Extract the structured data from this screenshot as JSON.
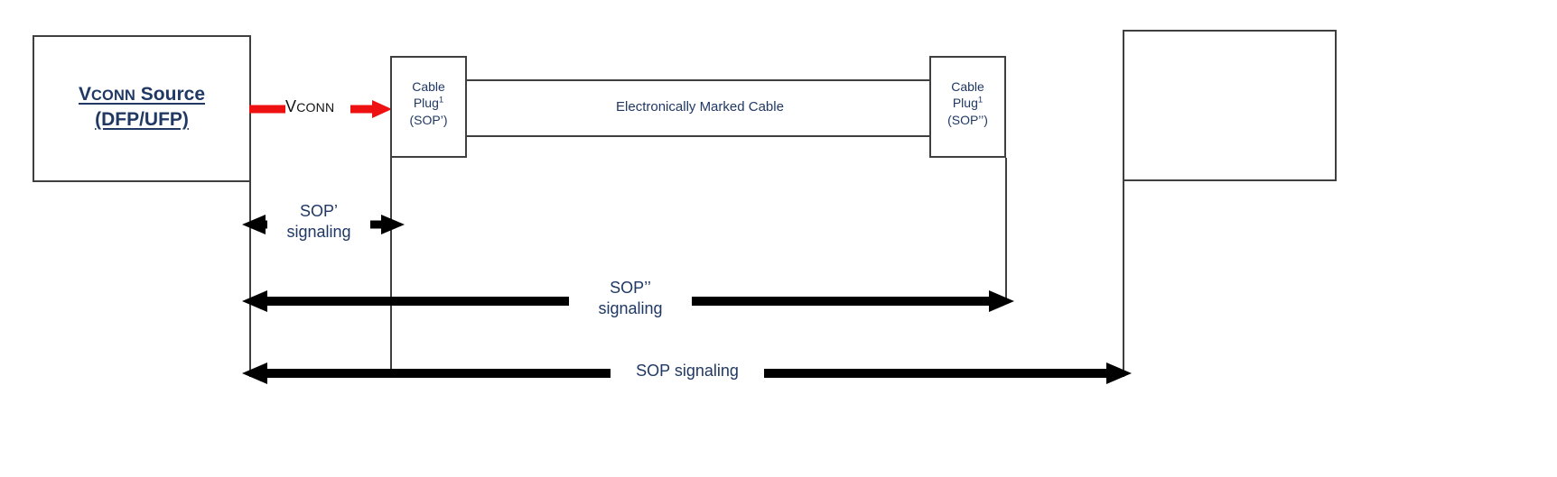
{
  "diagram": {
    "title": "USB Power Delivery SOP signaling over an electronically marked cable",
    "colors": {
      "text_blue": "#1f3864",
      "line_gray": "#3f3f3f",
      "vconn_red": "#ee1111",
      "arrow_black": "#000000",
      "background": "#ffffff"
    },
    "boxes": {
      "vconn_source": {
        "line1_prefix": "V",
        "line1_smallcaps": "CONN",
        "line1_suffix": " Source",
        "line2": "(DFP/UFP)"
      },
      "cable_plug_sop_prime": {
        "line1": "Cable",
        "line2": "Plug",
        "footnote": "1",
        "line3": "(SOP’)"
      },
      "cable_plug_sop_double_prime": {
        "line1": "Cable",
        "line2": "Plug",
        "footnote": "1",
        "line3": "(SOP’’)"
      },
      "right_endpoint": {
        "label": ""
      }
    },
    "cable": {
      "label": "Electronically Marked Cable"
    },
    "vconn_arrow": {
      "label_prefix": "V",
      "label_smallcaps": "CONN"
    },
    "signaling": [
      {
        "name": "sop-prime-signaling",
        "line1": "SOP’",
        "line2": "signaling"
      },
      {
        "name": "sop-double-prime-signaling",
        "line1": "SOP’’",
        "line2": "signaling"
      },
      {
        "name": "sop-signaling",
        "line1": "SOP signaling",
        "line2": ""
      }
    ]
  }
}
